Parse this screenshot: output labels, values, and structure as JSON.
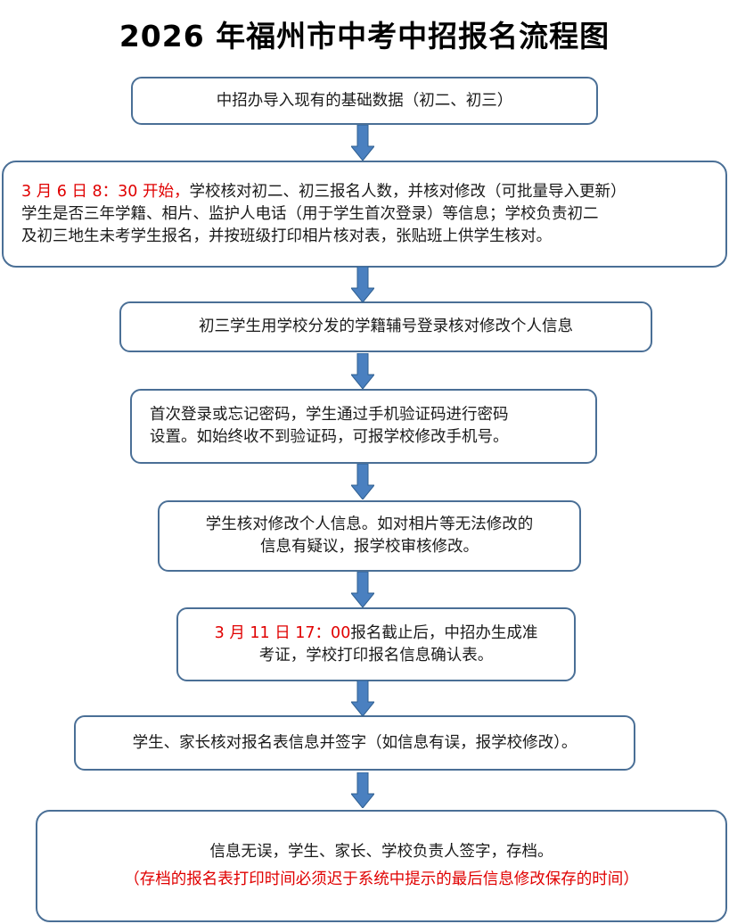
{
  "title": "2026 年福州市中考中招报名流程图",
  "colors": {
    "box_border": "#4a6f96",
    "arrow": "#4a80c0",
    "arrow_edge": "#2f5f90",
    "highlight": "#e00000"
  },
  "steps": [
    {
      "text": "中招办导入现有的基础数据（初二、初三）"
    },
    {
      "highlight": "3 月 6 日 8：30 开始，",
      "line1": "学校核对初二、初三报名人数，并核对修改（可批量导入更新）",
      "line2": "学生是否三年学籍、相片、监护人电话（用于学生首次登录）等信息；学校负责初二",
      "line3": "及初三地生未考学生报名，并按班级打印相片核对表，张贴班上供学生核对。"
    },
    {
      "text": "初三学生用学校分发的学籍辅号登录核对修改个人信息"
    },
    {
      "line1": "首次登录或忘记密码，学生通过手机验证码进行密码",
      "line2": "设置。如始终收不到验证码，可报学校修改手机号。"
    },
    {
      "line1": "学生核对修改个人信息。如对相片等无法修改的",
      "line2": "信息有疑议，报学校审核修改。"
    },
    {
      "highlight": "3 月 11 日 17：00",
      "line1": "报名截止后，中招办生成准",
      "line2": "考证，学校打印报名信息确认表。"
    },
    {
      "text": "学生、家长核对报名表信息并签字（如信息有误，报学校修改）。"
    },
    {
      "line1": "信息无误，学生、家长、学校负责人签字，存档。",
      "note": "（存档的报名表打印时间必须迟于系统中提示的最后信息修改保存的时间）"
    }
  ]
}
